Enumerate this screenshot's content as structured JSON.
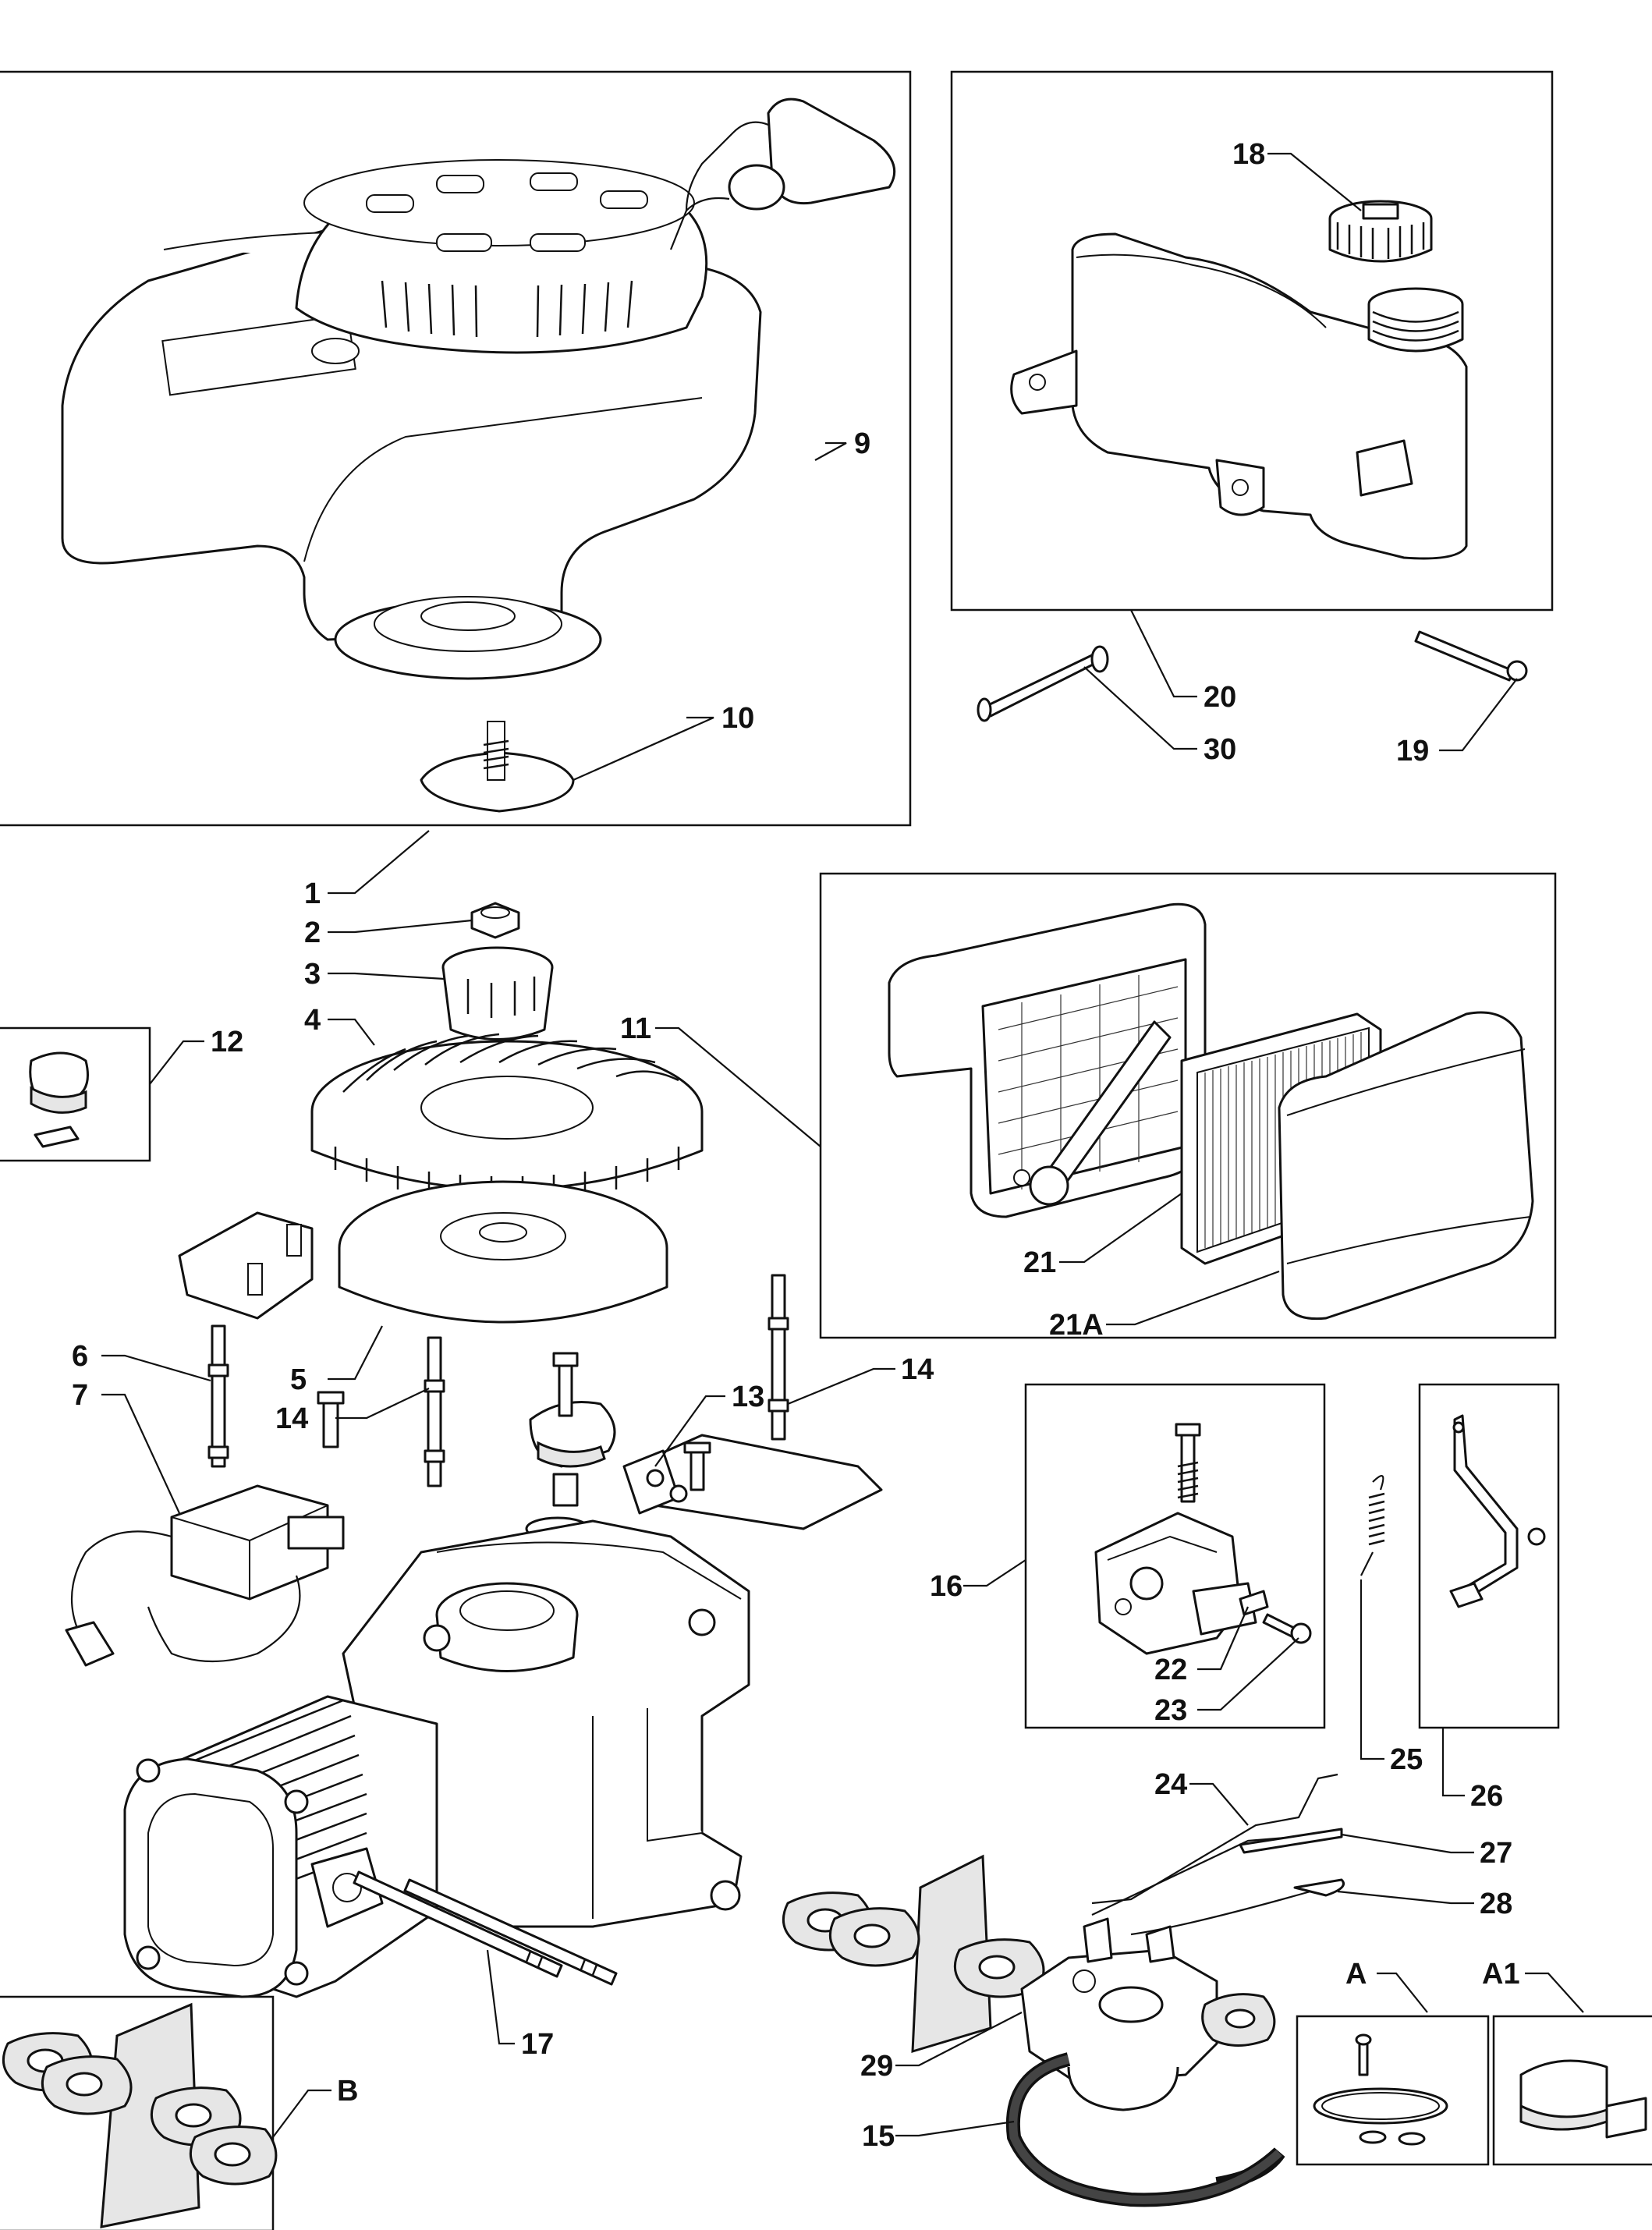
{
  "callouts": [
    {
      "id": "c1",
      "label": "1"
    },
    {
      "id": "c2",
      "label": "2"
    },
    {
      "id": "c3",
      "label": "3"
    },
    {
      "id": "c4",
      "label": "4"
    },
    {
      "id": "c5",
      "label": "5"
    },
    {
      "id": "c6",
      "label": "6"
    },
    {
      "id": "c7",
      "label": "7"
    },
    {
      "id": "c9",
      "label": "9"
    },
    {
      "id": "c10",
      "label": "10"
    },
    {
      "id": "c11",
      "label": "11"
    },
    {
      "id": "c12",
      "label": "12"
    },
    {
      "id": "c13",
      "label": "13"
    },
    {
      "id": "c14a",
      "label": "14"
    },
    {
      "id": "c14b",
      "label": "14"
    },
    {
      "id": "c15",
      "label": "15"
    },
    {
      "id": "c16",
      "label": "16"
    },
    {
      "id": "c17",
      "label": "17"
    },
    {
      "id": "c18",
      "label": "18"
    },
    {
      "id": "c19",
      "label": "19"
    },
    {
      "id": "c20",
      "label": "20"
    },
    {
      "id": "c21",
      "label": "21"
    },
    {
      "id": "c21A",
      "label": "21A"
    },
    {
      "id": "c22",
      "label": "22"
    },
    {
      "id": "c23",
      "label": "23"
    },
    {
      "id": "c24",
      "label": "24"
    },
    {
      "id": "c25",
      "label": "25"
    },
    {
      "id": "c26",
      "label": "26"
    },
    {
      "id": "c27",
      "label": "27"
    },
    {
      "id": "c28",
      "label": "28"
    },
    {
      "id": "c29",
      "label": "29"
    },
    {
      "id": "c30",
      "label": "30"
    },
    {
      "id": "cA",
      "label": "A"
    },
    {
      "id": "cA1",
      "label": "A1"
    },
    {
      "id": "cB",
      "label": "B"
    }
  ]
}
